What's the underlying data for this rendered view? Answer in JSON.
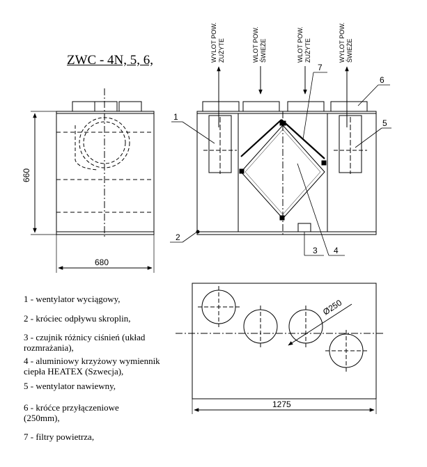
{
  "title": "ZWC - 4N, 5, 6,",
  "arrow_labels": {
    "a1": [
      "WYLOT POW.",
      "ZUŻYTE"
    ],
    "a2": [
      "WLOT POW.",
      "ŚWIEŻE"
    ],
    "a3": [
      "WLOT POW.",
      "ZUŻYTE"
    ],
    "a4": [
      "WYLOT POW.",
      "ŚWIEŻE"
    ]
  },
  "dimensions": {
    "height": "660",
    "width_side": "680",
    "width_top": "1275",
    "diameter": "Ø250"
  },
  "callouts": [
    "1",
    "2",
    "3",
    "4",
    "5",
    "6",
    "7"
  ],
  "legend": [
    "1 - wentylator wyciągowy,",
    "2 - króciec odpływu skroplin,",
    "3 - czujnik różnicy ciśnień (układ\nrozmrażania),",
    "4 - aluminiowy krzyżowy wymiennik\nciepła HEATEX (Szwecja),",
    "5 - wentylator nawiewny,",
    "6 - króćce przyłączeniowe\n(250mm),",
    "7 - filtry powietrza,"
  ]
}
